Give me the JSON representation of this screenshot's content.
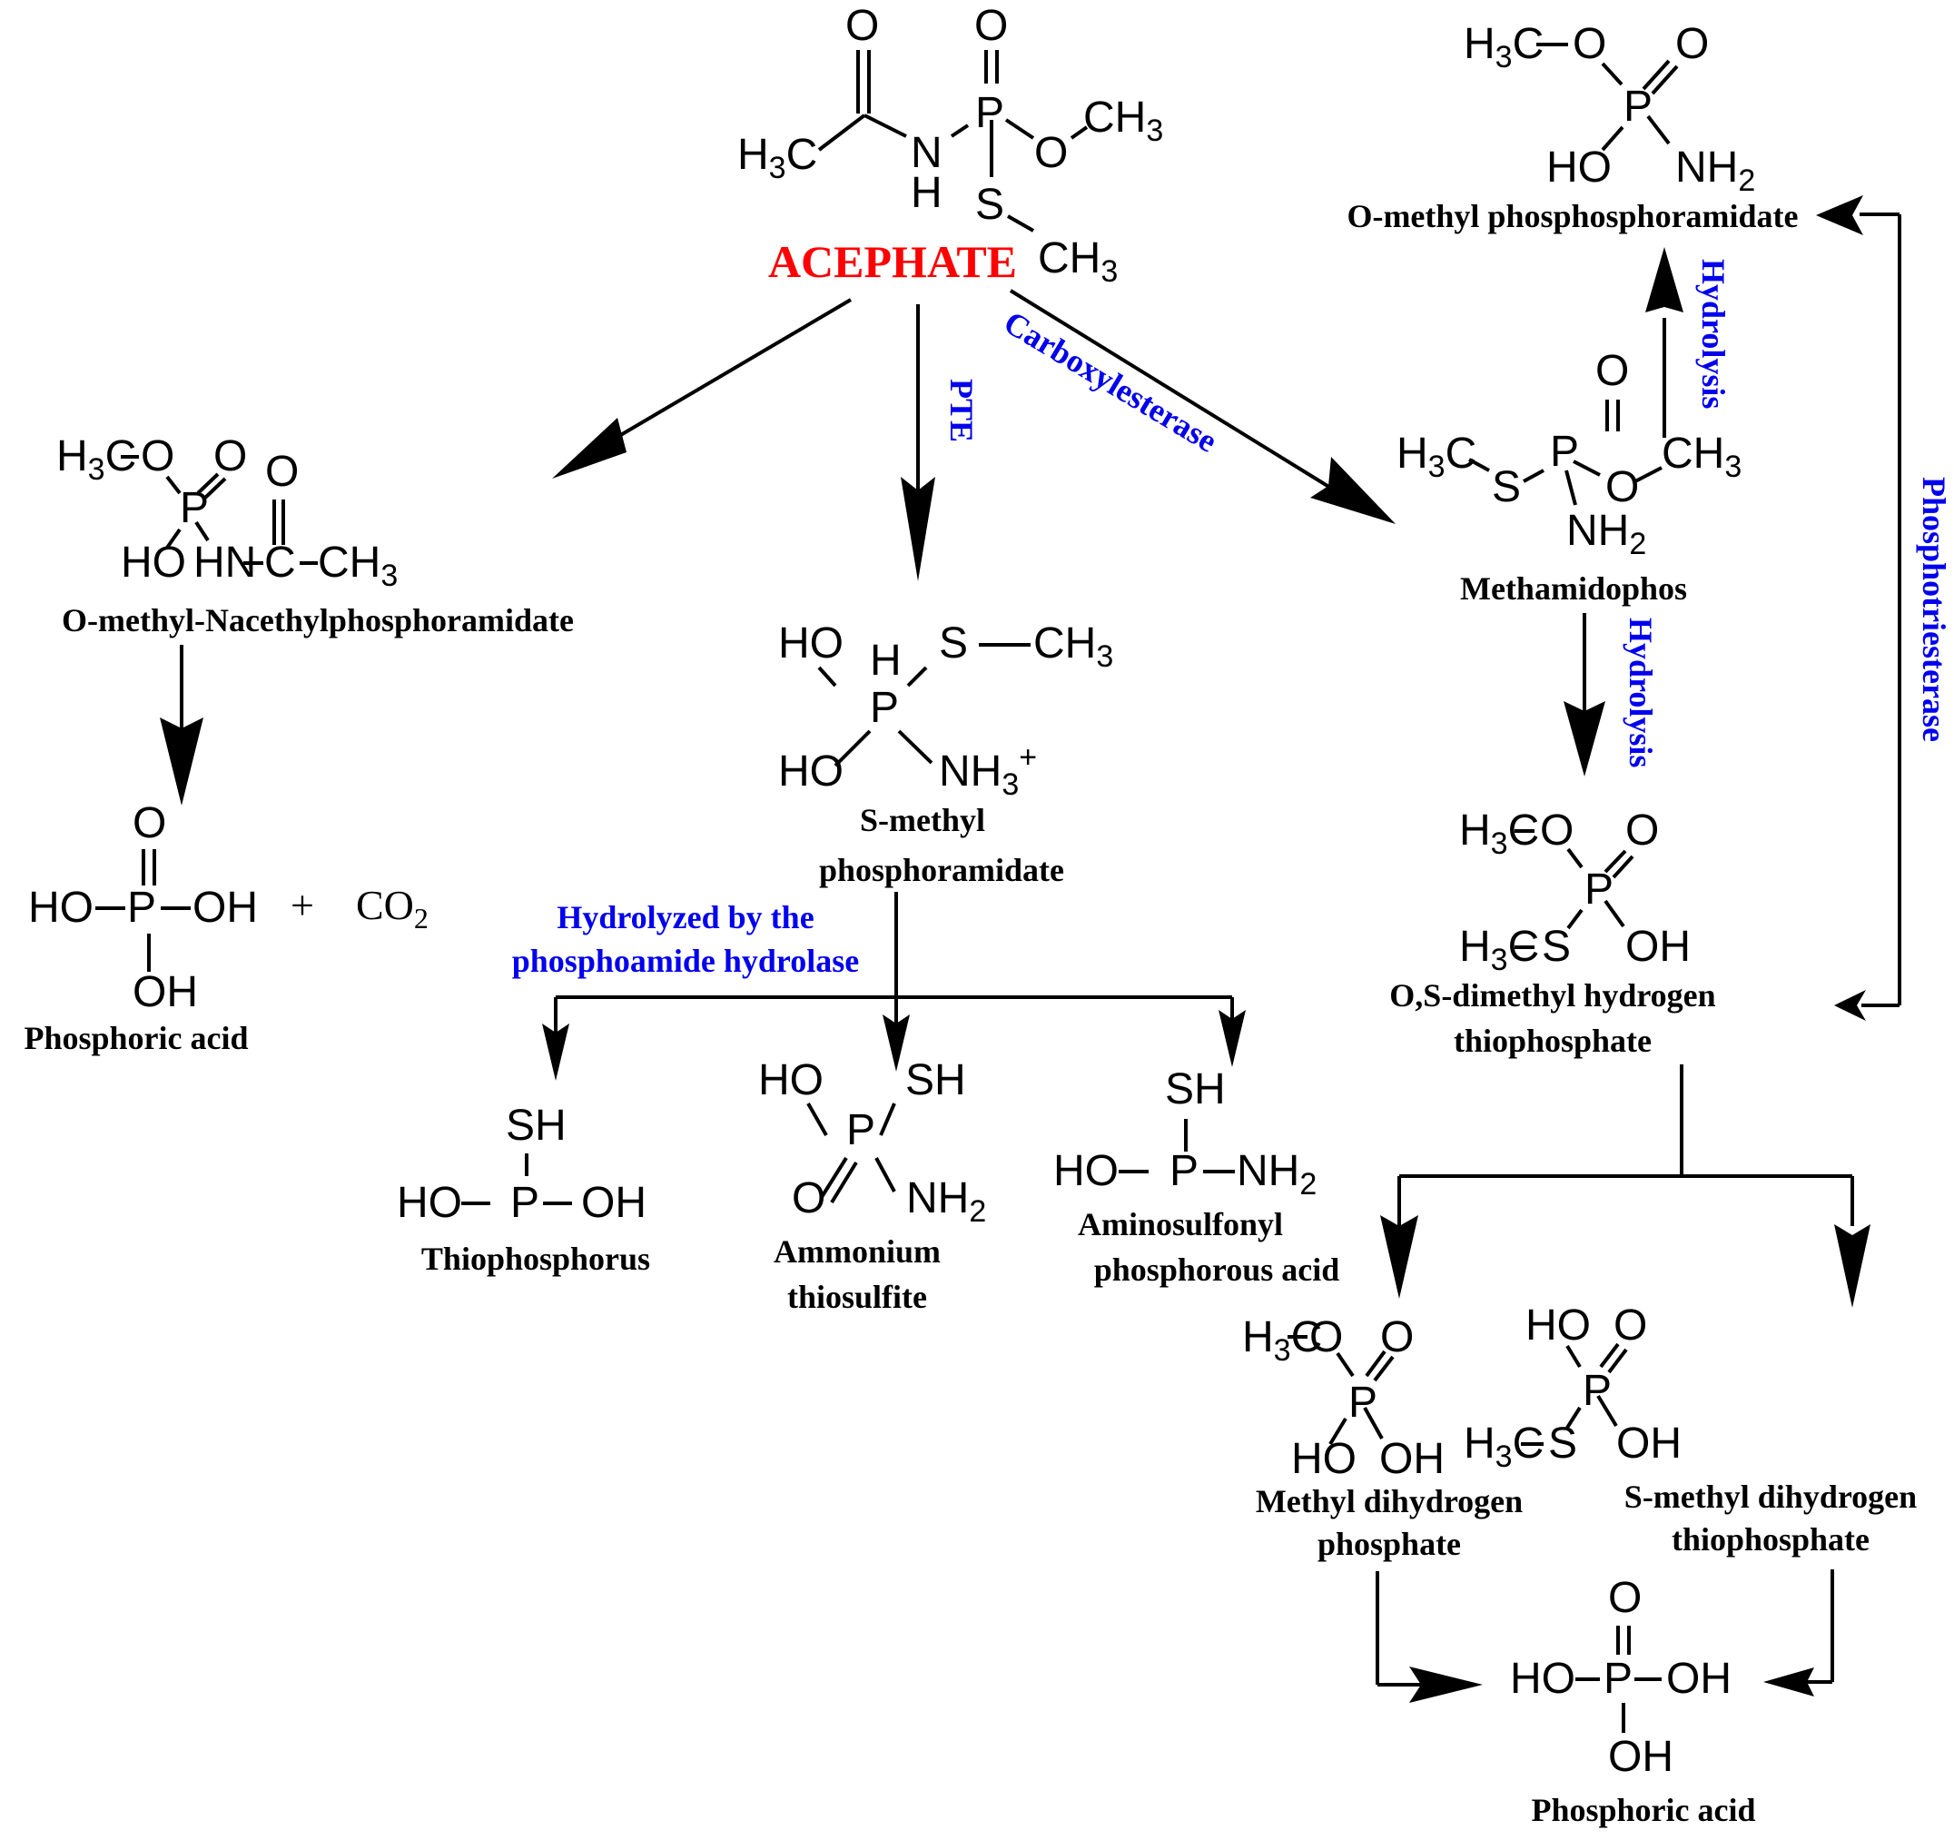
{
  "title": "ACEPHATE",
  "colors": {
    "title": "#ff0000",
    "enzyme": "#0000ee",
    "structure": "#000000",
    "background": "#ffffff"
  },
  "enzymes": {
    "pte": "PTE",
    "carboxylesterase": "Carboxylesterase",
    "hydrolysis_up": "Hydrolysis",
    "hydrolysis_down": "Hydrolysis",
    "phosphotriesterase": "Phosphotriesterase",
    "phosphoamide_line1": "Hydrolyzed by the",
    "phosphoamide_line2": "phosphoamide hydrolase"
  },
  "compounds": {
    "acephate": {
      "atoms": [
        "O",
        "O",
        "H3C",
        "N",
        "H",
        "P",
        "O",
        "CH3",
        "S",
        "CH3"
      ]
    },
    "o_methyl_n_acetyl": {
      "name": "O-methyl-Nacethylphosphoramidate",
      "atoms": [
        "H3C",
        "O",
        "O",
        "O",
        "P",
        "HO",
        "HN",
        "C",
        "CH3"
      ]
    },
    "phosphoric_acid_left": {
      "name": "Phosphoric acid",
      "atoms": [
        "O",
        "HO",
        "P",
        "OH",
        "OH"
      ],
      "coproduct": "+ CO2"
    },
    "s_methyl_phosphoramidate": {
      "name_line1": "S-methyl",
      "name_line2": "phosphoramidate",
      "atoms": [
        "HO",
        "H",
        "S",
        "CH3",
        "P",
        "HO",
        "NH3+"
      ]
    },
    "thiophosphorus": {
      "name": "Thiophosphorus",
      "atoms": [
        "SH",
        "HO",
        "P",
        "OH"
      ]
    },
    "ammonium_thiosulfite": {
      "name_line1": "Ammonium",
      "name_line2": "thiosulfite",
      "atoms": [
        "HO",
        "SH",
        "P",
        "O",
        "NH2"
      ]
    },
    "aminosulfonyl": {
      "name_line1": "Aminosulfonyl",
      "name_line2": "phosphorous acid",
      "atoms": [
        "SH",
        "HO",
        "P",
        "NH2"
      ]
    },
    "o_methyl_phosphoramidate": {
      "name": "O-methyl phosphosphoramidate",
      "atoms": [
        "H3C",
        "O",
        "O",
        "P",
        "HO",
        "NH2"
      ]
    },
    "methamidophos": {
      "name": "Methamidophos",
      "atoms": [
        "O",
        "H3C",
        "S",
        "P",
        "O",
        "CH3",
        "NH2"
      ]
    },
    "os_dimethyl": {
      "name_line1": "O,S-dimethyl hydrogen",
      "name_line2": "thiophosphate",
      "atoms": [
        "H3C",
        "O",
        "O",
        "P",
        "H3C",
        "S",
        "OH"
      ]
    },
    "methyl_dihydrogen": {
      "name_line1": "Methyl dihydrogen",
      "name_line2": "phosphate",
      "atoms": [
        "H3C",
        "O",
        "O",
        "P",
        "HO",
        "OH"
      ]
    },
    "s_methyl_dihydrogen": {
      "name_line1": "S-methyl dihydrogen",
      "name_line2": "thiophosphate",
      "atoms": [
        "HO",
        "O",
        "P",
        "H3C",
        "S",
        "OH"
      ]
    },
    "phosphoric_acid_right": {
      "name": "Phosphoric acid",
      "atoms": [
        "O",
        "HO",
        "P",
        "OH",
        "OH"
      ]
    }
  }
}
